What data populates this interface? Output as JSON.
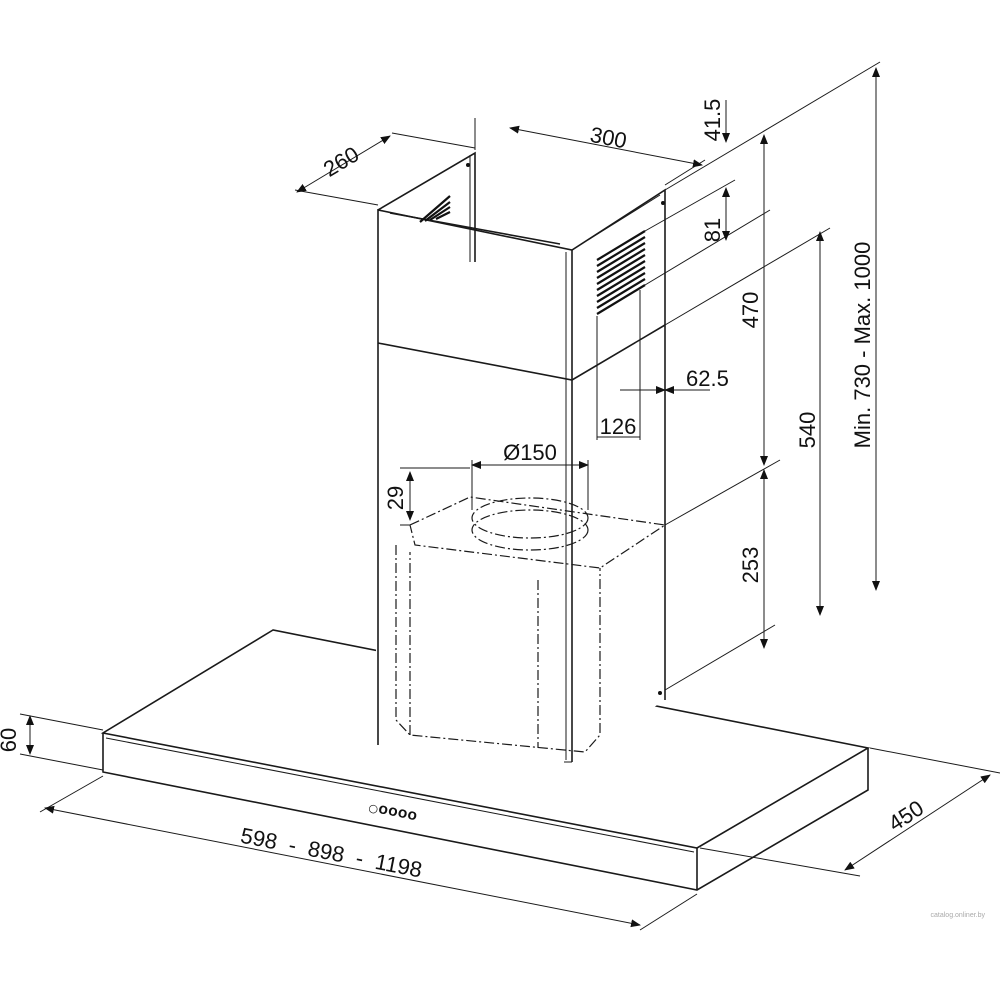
{
  "dimensions": {
    "chimney_depth": "260",
    "chimney_width": "300",
    "top_offset": "41.5",
    "vent_height": "81",
    "upper_chimney": "470",
    "lower_range": "540",
    "total_height": "Min. 730 - Max. 1000",
    "vent_offset": "62.5",
    "vent_width": "126",
    "outlet_diameter": "Ø150",
    "outlet_height": "29",
    "motor_height": "253",
    "hood_thickness": "60",
    "hood_widths": "598  -  898  -  1198",
    "hood_depth": "450"
  },
  "control_panel": "○OOOO",
  "watermark": "catalog.onliner.by"
}
